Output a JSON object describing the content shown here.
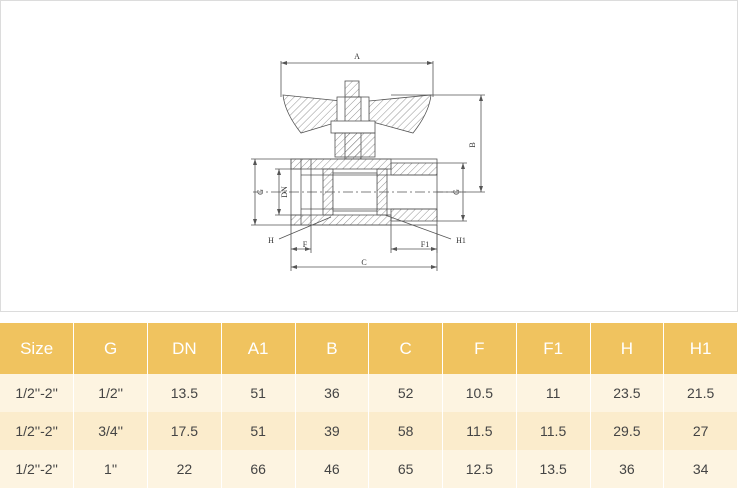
{
  "drawing": {
    "labels": {
      "a": "A",
      "b": "B",
      "g_left": "G",
      "dn": "DN",
      "g_right": "G",
      "h": "H",
      "f": "F",
      "f1": "F1",
      "h1": "H1",
      "c": "C"
    },
    "line_color": "#555555"
  },
  "table": {
    "header_color": "#f0c35f",
    "columns": [
      "Size",
      "G",
      "DN",
      "A1",
      "B",
      "C",
      "F",
      "F1",
      "H",
      "H1"
    ],
    "rows": [
      [
        "1/2''-2''",
        "1/2''",
        "13.5",
        "51",
        "36",
        "52",
        "10.5",
        "11",
        "23.5",
        "21.5"
      ],
      [
        "1/2''-2''",
        "3/4''",
        "17.5",
        "51",
        "39",
        "58",
        "11.5",
        "11.5",
        "29.5",
        "27"
      ],
      [
        "1/2''-2''",
        "1''",
        "22",
        "66",
        "46",
        "65",
        "12.5",
        "13.5",
        "36",
        "34"
      ]
    ]
  }
}
